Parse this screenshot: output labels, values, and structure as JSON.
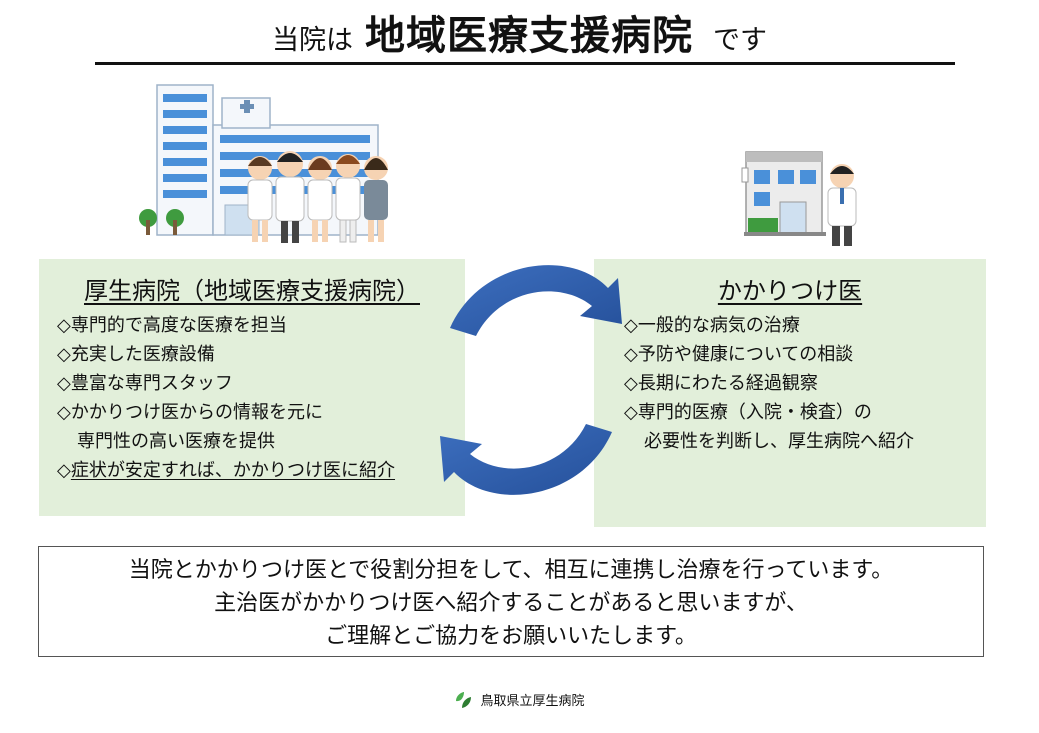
{
  "title": {
    "prefix": "当院は",
    "main": "地域医療支援病院",
    "suffix": "です"
  },
  "left_panel": {
    "heading": "厚生病院（地域医療支援病院）",
    "items": [
      {
        "line1": "◇専門的で高度な医療を担当",
        "line2": ""
      },
      {
        "line1": "◇充実した医療設備",
        "line2": ""
      },
      {
        "line1": "◇豊富な専門スタッフ",
        "line2": ""
      },
      {
        "line1": "◇かかりつけ医からの情報を元に",
        "line2": "専門性の高い医療を提供"
      },
      {
        "line1": "症状が安定すれば、かかりつけ医に紹介",
        "line2": ""
      }
    ],
    "last_marker": "◇"
  },
  "right_panel": {
    "heading": "かかりつけ医",
    "items": [
      {
        "line1": "◇一般的な病気の治療",
        "line2": ""
      },
      {
        "line1": "◇予防や健康についての相談",
        "line2": ""
      },
      {
        "line1": "◇長期にわたる経過観察",
        "line2": ""
      },
      {
        "line1": "◇専門的医療（入院・検査）の",
        "line2": "必要性を判断し、厚生病院へ紹介"
      }
    ]
  },
  "message": {
    "lines": [
      "当院とかかりつけ医とで役割分担をして、相互に連携し治療を行っています。",
      "主治医がかかりつけ医へ紹介することがあると思いますが、",
      "ご理解とご協力をお願いいたします。"
    ]
  },
  "footer": {
    "organization": "鳥取県立厚生病院",
    "logo_icon": "leaf-logo-icon"
  },
  "colors": {
    "panel_bg": "#e2efda",
    "arrow_blue": "#2e5ea8",
    "text": "#111111"
  }
}
